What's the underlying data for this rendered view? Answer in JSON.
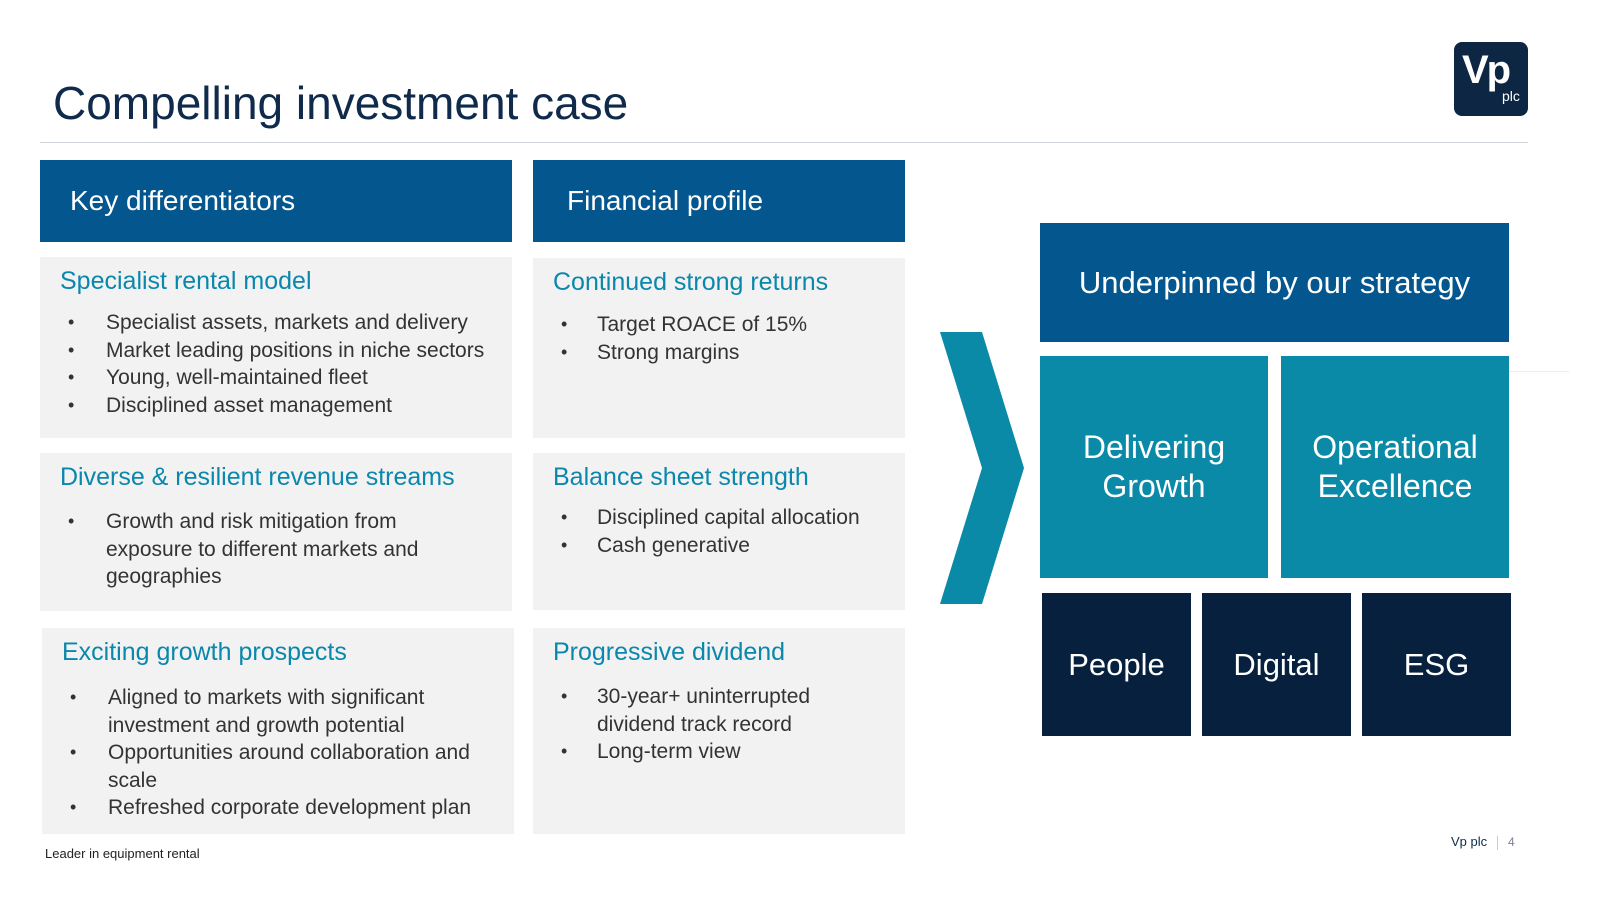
{
  "title": "Compelling investment case",
  "logo": {
    "main": "Vp",
    "sub": "plc"
  },
  "left_column": {
    "header": "Key differentiators",
    "boxes": [
      {
        "heading": "Specialist rental model",
        "items": [
          "Specialist assets, markets and delivery",
          "Market leading positions in niche sectors",
          "Young, well-maintained fleet",
          "Disciplined asset management"
        ]
      },
      {
        "heading": "Diverse & resilient revenue streams",
        "items": [
          "Growth and risk mitigation from exposure to different markets and geographies"
        ]
      },
      {
        "heading": "Exciting growth prospects",
        "items": [
          "Aligned to markets with significant investment and growth potential",
          "Opportunities around collaboration and scale",
          "Refreshed corporate development plan"
        ]
      }
    ]
  },
  "middle_column": {
    "header": "Financial profile",
    "boxes": [
      {
        "heading": "Continued strong returns",
        "items": [
          "Target ROACE of 15%",
          "Strong margins"
        ]
      },
      {
        "heading": "Balance sheet strength",
        "items": [
          "Disciplined capital allocation",
          "Cash generative"
        ]
      },
      {
        "heading": "Progressive dividend",
        "items": [
          "30-year+ uninterrupted dividend track record",
          "Long-term view"
        ]
      }
    ]
  },
  "strategy": {
    "header": "Underpinned by our strategy",
    "pillars": [
      "Delivering Growth",
      "Operational Excellence"
    ],
    "enablers": [
      "People",
      "Digital",
      "ESG"
    ]
  },
  "colors": {
    "navy_header": "#04568e",
    "teal": "#0b8aa8",
    "dark_navy": "#06203d",
    "heading_teal": "#0a87ac"
  },
  "footer": {
    "left": "Leader in equipment rental",
    "company": "Vp plc",
    "page": "4"
  }
}
